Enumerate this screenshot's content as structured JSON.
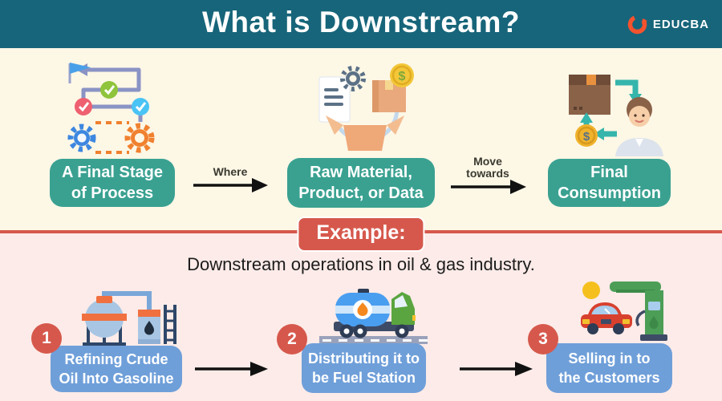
{
  "header": {
    "title": "What is Downstream?",
    "brand": "EDUCBA"
  },
  "definition": {
    "boxes": [
      {
        "line1": "A Final Stage",
        "line2": "of Process"
      },
      {
        "line1": "Raw Material,",
        "line2": "Product, or Data"
      },
      {
        "line1": "Final",
        "line2": "Consumption"
      }
    ],
    "connectors": [
      {
        "line1": "Where",
        "line2": ""
      },
      {
        "line1": "Move",
        "line2": "towards"
      }
    ]
  },
  "example": {
    "badge": "Example:",
    "caption": "Downstream operations in oil & gas industry."
  },
  "steps": [
    {
      "number": "1",
      "line1": "Refining Crude",
      "line2": "Oil Into Gasoline"
    },
    {
      "number": "2",
      "line1": "Distributing it to",
      "line2": "be Fuel Station"
    },
    {
      "number": "3",
      "line1": "Selling in to",
      "line2": "the Customers"
    }
  ],
  "colors": {
    "header_bg": "#17657a",
    "cream_bg": "#fdf7e6",
    "pink_bg": "#fcebe8",
    "teal_box": "#3aa191",
    "red_accent": "#d6584c",
    "blue_box": "#6f9fd9",
    "brand_orange": "#f3532e"
  }
}
